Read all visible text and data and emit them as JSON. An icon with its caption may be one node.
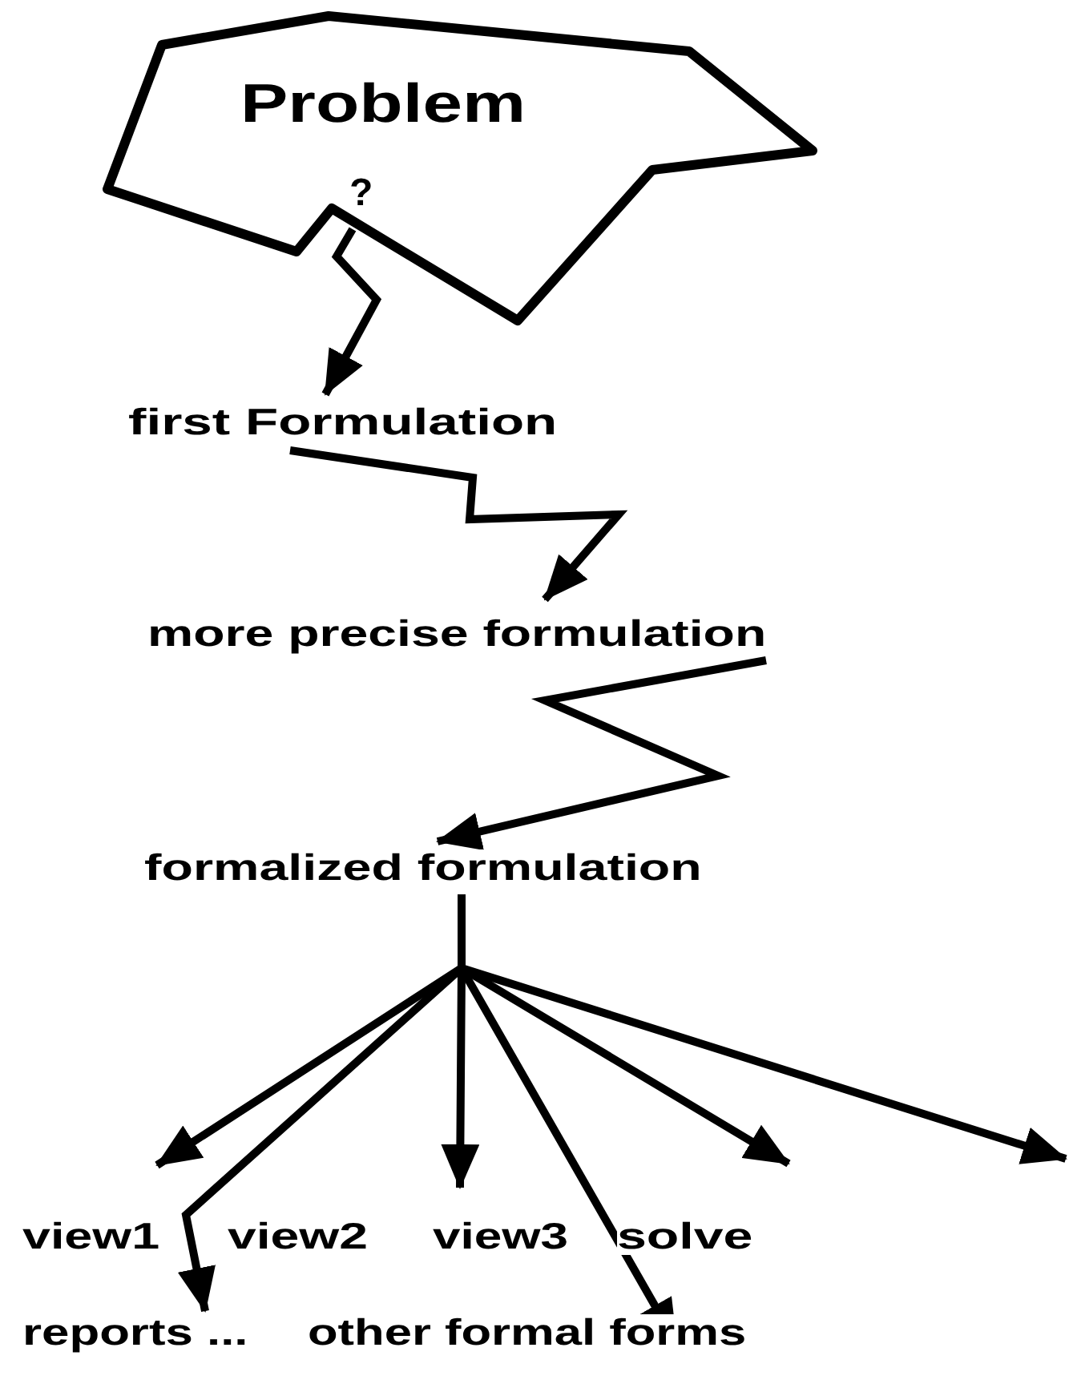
{
  "diagram": {
    "nodes": [
      {
        "text": [
          "Problem",
          "?"
        ]
      },
      {
        "text": [
          "first Formulation"
        ]
      },
      {
        "text": [
          "more precise formulation"
        ]
      },
      {
        "text": [
          "formalized formulation"
        ]
      },
      {
        "text": [
          "view1"
        ]
      },
      {
        "text": [
          "view2"
        ]
      },
      {
        "text": [
          "view3"
        ]
      },
      {
        "text": [
          "solve"
        ]
      },
      {
        "text": [
          "reports ..."
        ]
      },
      {
        "text": [
          "other formal forms"
        ]
      }
    ],
    "edges": [
      {
        "from": 0,
        "to": 1,
        "arrow": "to"
      },
      {
        "from": 1,
        "to": 2,
        "arrow": "to"
      },
      {
        "from": 2,
        "to": 3,
        "arrow": "to"
      },
      {
        "from": 3,
        "to": 4,
        "arrow": "to"
      },
      {
        "from": 3,
        "to": 8,
        "arrow": "to"
      },
      {
        "from": 3,
        "to": 6,
        "arrow": "to"
      },
      {
        "from": 3,
        "to": 9,
        "arrow": "to"
      },
      {
        "from": 3,
        "to": 7,
        "arrow": "to"
      },
      {
        "from": 3,
        "to": null,
        "arrow": "to"
      }
    ]
  }
}
